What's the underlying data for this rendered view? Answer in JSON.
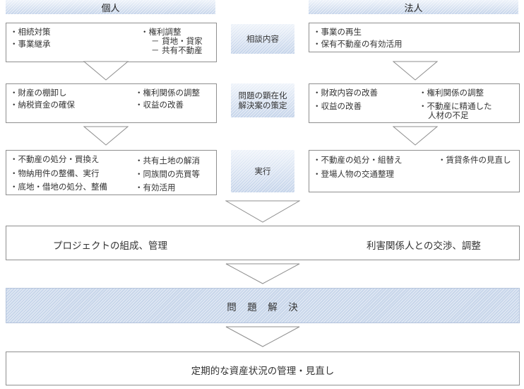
{
  "headers": {
    "left": "個人",
    "right": "法人"
  },
  "stages": {
    "consult": "相談内容",
    "problem": [
      "問題の顕在化",
      "解決案の策定"
    ],
    "execute": "実行"
  },
  "left": {
    "row1_col1": [
      "・相続対策",
      "・事業継承"
    ],
    "row1_col2": [
      "・権利調整",
      "－ 貸地・貸家",
      "－ 共有不動産"
    ],
    "row2_col1": [
      "・財産の棚卸し",
      "・納税資金の確保"
    ],
    "row2_col2": [
      "・権利関係の調整",
      "・収益の改善"
    ],
    "row3_col1": [
      "・不動産の処分・買換え",
      "・物納用件の整備、実行",
      "・底地・借地の処分、整備"
    ],
    "row3_col2": [
      "・共有土地の解消",
      "・同族間の売買等",
      "・有効活用"
    ]
  },
  "right": {
    "row1": [
      "・事業の再生",
      "・保有不動産の有効活用"
    ],
    "row2_col1": [
      "・財政内容の改善",
      "・収益の改善"
    ],
    "row2_col2": [
      "・権利関係の調整",
      "・不動産に精通した",
      "人材の不足"
    ],
    "row3_col1": [
      "・不動産の処分・組替え",
      "・登場人物の交通整理"
    ],
    "row3_col2": [
      "・賃貸条件の見直し"
    ]
  },
  "bottom": {
    "project_left": "プロジェクトの組成、管理",
    "project_right": "利害関係人との交渉、調整",
    "solve": "問　題　解　決",
    "review": "定期的な資産状況の管理・見直し"
  },
  "colors": {
    "hatch": "#c8d6ea",
    "border": "#8f8f8f",
    "text": "#333333"
  }
}
